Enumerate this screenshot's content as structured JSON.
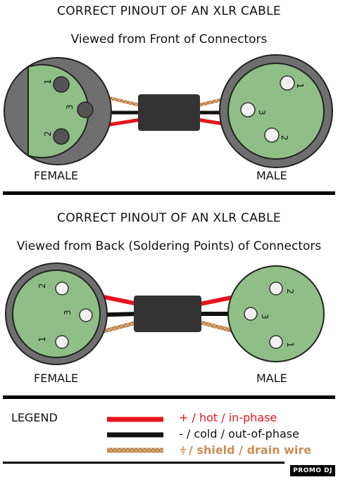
{
  "top": {
    "title": "CORRECT PINOUT OF AN XLR CABLE",
    "subtitle": "Viewed from Front of Connectors",
    "female_label": "FEMALE",
    "male_label": "MALE"
  },
  "bottom": {
    "title": "CORRECT PINOUT OF AN XLR CABLE",
    "subtitle": "Viewed from Back (Soldering Points) of Connectors",
    "female_label": "FEMALE",
    "male_label": "MALE"
  },
  "pins": {
    "p1": "1",
    "p2": "2",
    "p3": "3"
  },
  "legend": {
    "title": "LEGEND",
    "hot": "+ / hot / in-phase",
    "cold": "- / cold / out-of-phase",
    "shield": "/ shield / drain wire",
    "shield_icon": "ground-icon"
  },
  "brand": "PROMO DJ",
  "colors": {
    "hot": "#e8141c",
    "cold": "#111111",
    "shield": "#c98f56",
    "connector_face": "#8fbf86",
    "connector_body": "#6f6f6f",
    "cable_jacket": "#333333"
  }
}
